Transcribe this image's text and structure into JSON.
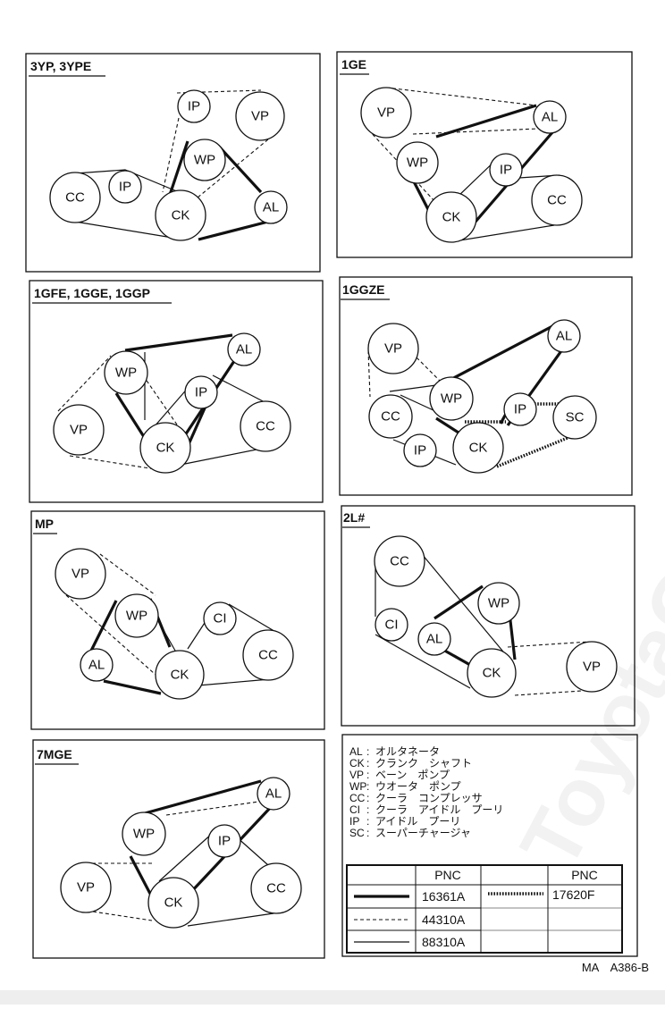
{
  "panels": [
    {
      "id": "p1",
      "title": "3YP, 3YPE",
      "pulleys": [
        {
          "id": "IP1",
          "label": "IP"
        },
        {
          "id": "VP",
          "label": "VP"
        },
        {
          "id": "WP",
          "label": "WP"
        },
        {
          "id": "CC",
          "label": "CC"
        },
        {
          "id": "IP2",
          "label": "IP"
        },
        {
          "id": "CK",
          "label": "CK"
        },
        {
          "id": "AL",
          "label": "AL"
        }
      ]
    },
    {
      "id": "p2",
      "title": "1GE",
      "pulleys": [
        {
          "id": "VP",
          "label": "VP"
        },
        {
          "id": "AL",
          "label": "AL"
        },
        {
          "id": "WP",
          "label": "WP"
        },
        {
          "id": "IP",
          "label": "IP"
        },
        {
          "id": "CK",
          "label": "CK"
        },
        {
          "id": "CC",
          "label": "CC"
        }
      ]
    },
    {
      "id": "p3",
      "title": "1GFE, 1GGE, 1GGP",
      "pulleys": [
        {
          "id": "AL",
          "label": "AL"
        },
        {
          "id": "WP",
          "label": "WP"
        },
        {
          "id": "IP",
          "label": "IP"
        },
        {
          "id": "VP",
          "label": "VP"
        },
        {
          "id": "CC",
          "label": "CC"
        },
        {
          "id": "CK",
          "label": "CK"
        }
      ]
    },
    {
      "id": "p4",
      "title": "1GGZE",
      "pulleys": [
        {
          "id": "VP",
          "label": "VP"
        },
        {
          "id": "AL",
          "label": "AL"
        },
        {
          "id": "WP",
          "label": "WP"
        },
        {
          "id": "CC",
          "label": "CC"
        },
        {
          "id": "IP1",
          "label": "IP"
        },
        {
          "id": "SC",
          "label": "SC"
        },
        {
          "id": "IP2",
          "label": "IP"
        },
        {
          "id": "CK",
          "label": "CK"
        }
      ]
    },
    {
      "id": "p5",
      "title": "MP",
      "pulleys": [
        {
          "id": "VP",
          "label": "VP"
        },
        {
          "id": "WP",
          "label": "WP"
        },
        {
          "id": "CI",
          "label": "CI"
        },
        {
          "id": "AL",
          "label": "AL"
        },
        {
          "id": "CK",
          "label": "CK"
        },
        {
          "id": "CC",
          "label": "CC"
        }
      ]
    },
    {
      "id": "p6",
      "title": "2L#",
      "pulleys": [
        {
          "id": "CC",
          "label": "CC"
        },
        {
          "id": "WP",
          "label": "WP"
        },
        {
          "id": "CI",
          "label": "CI"
        },
        {
          "id": "AL",
          "label": "AL"
        },
        {
          "id": "CK",
          "label": "CK"
        },
        {
          "id": "VP",
          "label": "VP"
        }
      ]
    },
    {
      "id": "p7",
      "title": "7MGE",
      "pulleys": [
        {
          "id": "AL",
          "label": "AL"
        },
        {
          "id": "WP",
          "label": "WP"
        },
        {
          "id": "IP",
          "label": "IP"
        },
        {
          "id": "VP",
          "label": "VP"
        },
        {
          "id": "CC",
          "label": "CC"
        },
        {
          "id": "CK",
          "label": "CK"
        }
      ]
    }
  ],
  "legend": {
    "items": [
      {
        "code": "AL",
        "desc": "オルタネータ"
      },
      {
        "code": "CK",
        "desc": "クランク　シャフト"
      },
      {
        "code": "VP",
        "desc": "ベーン　ポンプ"
      },
      {
        "code": "WP",
        "desc": "ウオータ　ポンプ"
      },
      {
        "code": "CC",
        "desc": "クーラ　コンプレッサ"
      },
      {
        "code": "CI",
        "desc": "クーラ　アイドル　プーリ"
      },
      {
        "code": "IP",
        "desc": "アイドル　プーリ"
      },
      {
        "code": "SC",
        "desc": "スーパーチャージャ"
      }
    ],
    "table_header": "PNC",
    "pnc": [
      {
        "style": "thick",
        "value": "16361A"
      },
      {
        "style": "dashed",
        "value": "44310A"
      },
      {
        "style": "thin",
        "value": "88310A"
      },
      {
        "style": "dotted",
        "value": "17620F"
      }
    ]
  },
  "code": "MA　A386-B",
  "watermark": "ToyotaCarminer.ru"
}
